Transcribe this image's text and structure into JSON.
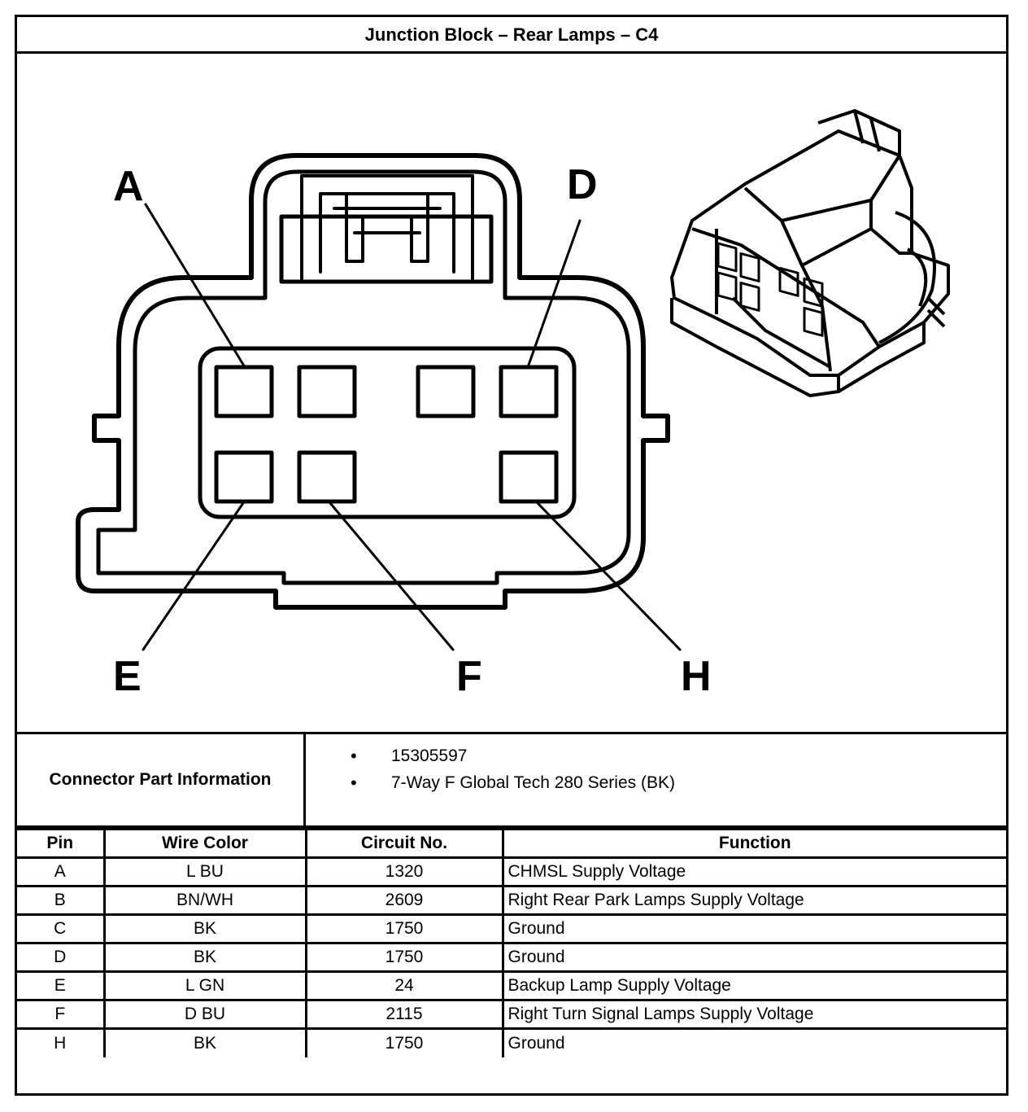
{
  "title": "Junction Block – Rear Lamps – C4",
  "pin_labels": {
    "A": "A",
    "D": "D",
    "E": "E",
    "F": "F",
    "H": "H"
  },
  "connector_info": {
    "label": "Connector Part Information",
    "items": [
      "15305597",
      "7-Way F Global Tech 280 Series (BK)"
    ]
  },
  "table": {
    "headers": [
      "Pin",
      "Wire Color",
      "Circuit No.",
      "Function"
    ],
    "rows": [
      {
        "pin": "A",
        "color": "L BU",
        "circuit": "1320",
        "function": "CHMSL Supply Voltage"
      },
      {
        "pin": "B",
        "color": "BN/WH",
        "circuit": "2609",
        "function": "Right Rear Park Lamps Supply Voltage"
      },
      {
        "pin": "C",
        "color": "BK",
        "circuit": "1750",
        "function": "Ground"
      },
      {
        "pin": "D",
        "color": "BK",
        "circuit": "1750",
        "function": "Ground"
      },
      {
        "pin": "E",
        "color": "L GN",
        "circuit": "24",
        "function": "Backup Lamp Supply Voltage"
      },
      {
        "pin": "F",
        "color": "D BU",
        "circuit": "2115",
        "function": "Right Turn Signal Lamps Supply Voltage"
      },
      {
        "pin": "H",
        "color": "BK",
        "circuit": "1750",
        "function": "Ground"
      }
    ]
  }
}
